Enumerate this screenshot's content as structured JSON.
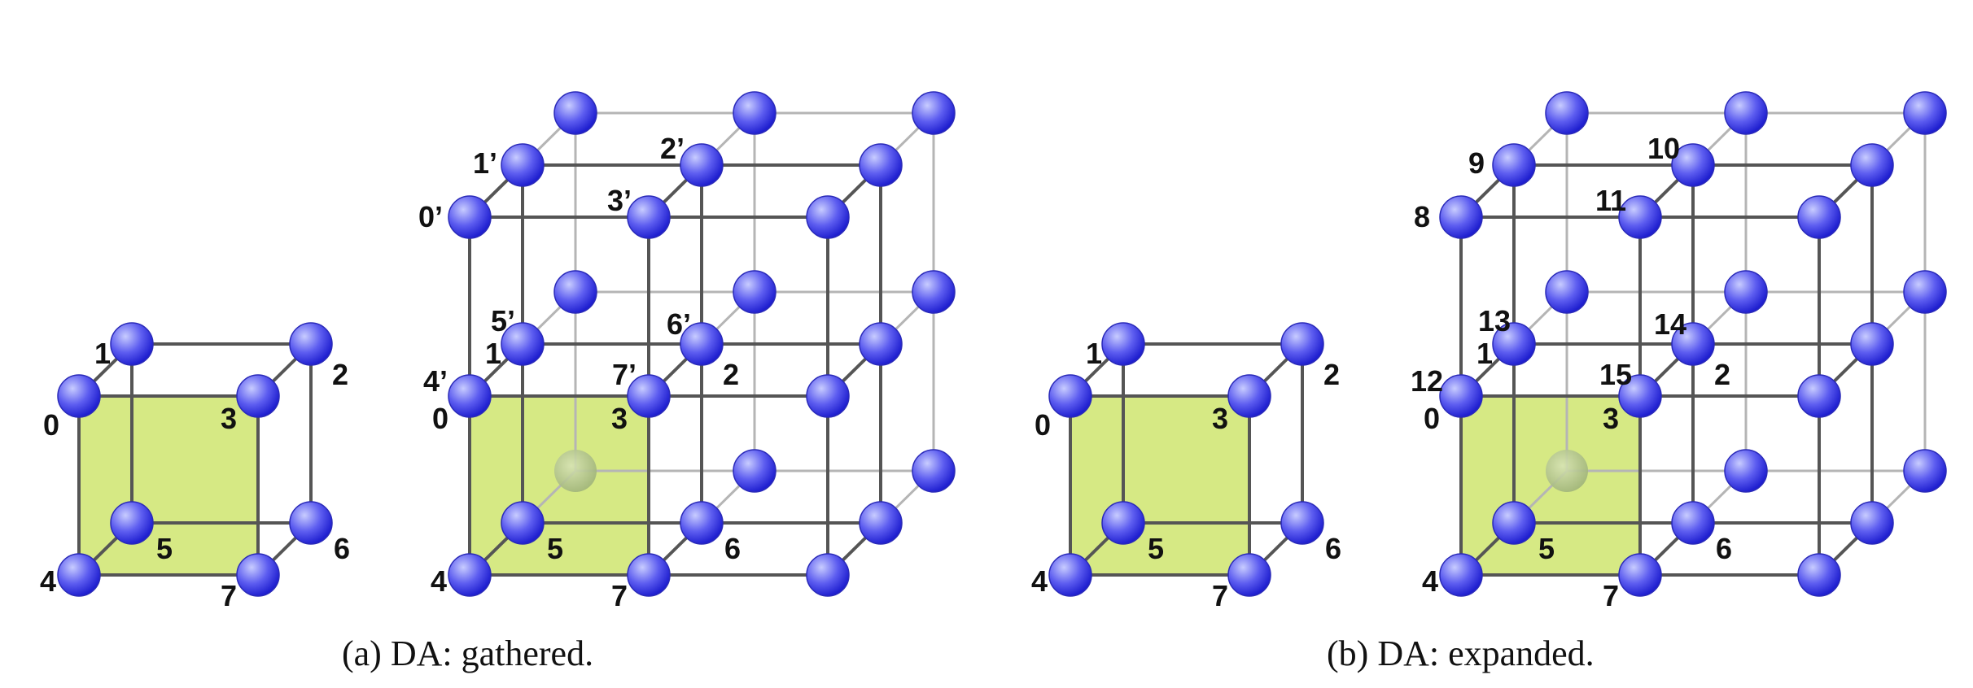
{
  "colors": {
    "node_light": "#c8ccff",
    "node_mid": "#5d5df0",
    "node_dark": "#1e1ecf",
    "edge_front": "#555555",
    "edge_back": "#b5b5b5",
    "face_fill": "#cfe56e",
    "ghost_node": "#9fb37a"
  },
  "captions": [
    {
      "tag": "(a)",
      "text": "DA: gathered."
    },
    {
      "tag": "(b)",
      "text": "DA: expanded."
    }
  ],
  "panel_a": {
    "small_cube_labels": [
      "0",
      "1",
      "2",
      "3",
      "4",
      "5",
      "6",
      "7"
    ],
    "grid_labels": [
      "0’",
      "1’",
      "2’",
      "3’",
      "4’",
      "5’",
      "6’",
      "7’",
      "0",
      "1",
      "2",
      "3",
      "4",
      "5",
      "6",
      "7"
    ]
  },
  "panel_b": {
    "small_cube_labels": [
      "0",
      "1",
      "2",
      "3",
      "4",
      "5",
      "6",
      "7"
    ],
    "grid_labels": [
      "8",
      "9",
      "10",
      "11",
      "12",
      "13",
      "14",
      "15",
      "0",
      "1",
      "2",
      "3",
      "4",
      "5",
      "6",
      "7"
    ]
  }
}
